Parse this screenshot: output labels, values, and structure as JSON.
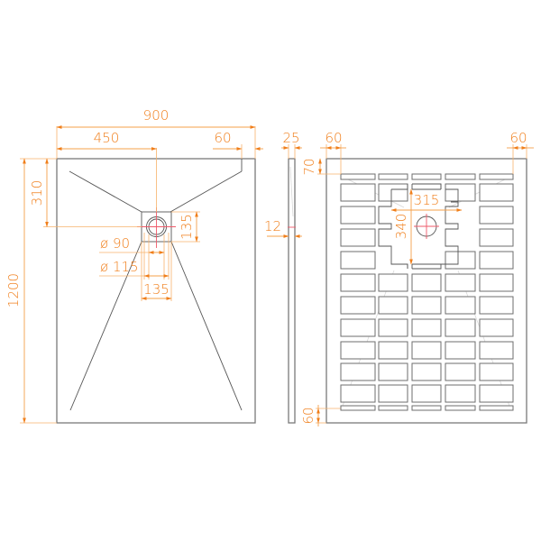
{
  "drawing": {
    "title": "Shower tray technical drawing",
    "units": "mm",
    "colors": {
      "outline": "#7a7a7a",
      "dimension": "#f07e1a",
      "centerline": "#ef5a6a"
    }
  },
  "top_view": {
    "width_label": "900",
    "half_width_label": "450",
    "edge_offset_label": "60",
    "length_label": "1200",
    "drain_offset_label": "310",
    "drain_box_height_label": "135",
    "drain_box_width_label": "135",
    "drain_inner_diameter_label": "ø 90",
    "drain_outer_diameter_label": "ø 115"
  },
  "side_view": {
    "thickness_label": "25",
    "edge_height_label": "12"
  },
  "bottom_view": {
    "left_margin_label": "60",
    "right_margin_label": "60",
    "top_margin_label": "70",
    "bottom_margin_label": "60",
    "drain_cutout_width_label": "315",
    "drain_cutout_height_label": "340",
    "grid": {
      "columns": 5,
      "rows": 10
    }
  }
}
